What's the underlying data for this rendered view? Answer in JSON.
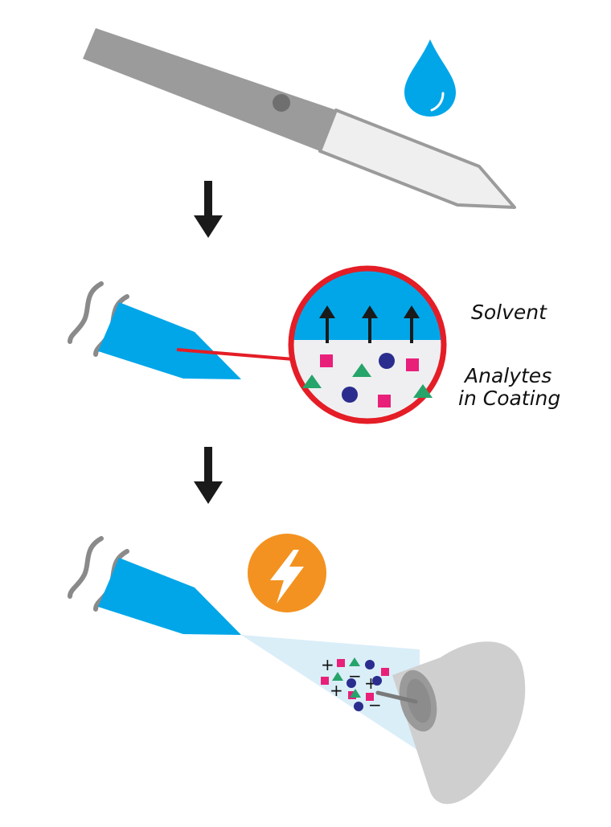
{
  "labels": {
    "solvent": "Solvent",
    "analytes_line1": "Analytes",
    "analytes_line2": "in Coating"
  },
  "ion_symbols": {
    "plus": "+",
    "minus": "−"
  },
  "colors": {
    "probe_metal": "#9b9b9c",
    "probe_tip": "#efefef",
    "coating_blue": "#00a6e8",
    "drop_blue": "#00a6e8",
    "arrow_black": "#1a1a1a",
    "magnifier_red": "#e41d26",
    "solvent_layer": "#00a6e8",
    "coating_layer": "#efeff1",
    "analyte_square": "#e8207a",
    "analyte_triangle": "#26a46a",
    "analyte_circle": "#2a2d8e",
    "voltage_orange": "#f39220",
    "spray_cone": "#daeef8",
    "mass_spec_inlet": "#cfcfcf",
    "heat_wave": "#8a8a8a"
  },
  "icons": {
    "drop": "water-drop-icon",
    "voltage": "lightning-bolt-icon",
    "heat": "heat-wave-icon"
  }
}
